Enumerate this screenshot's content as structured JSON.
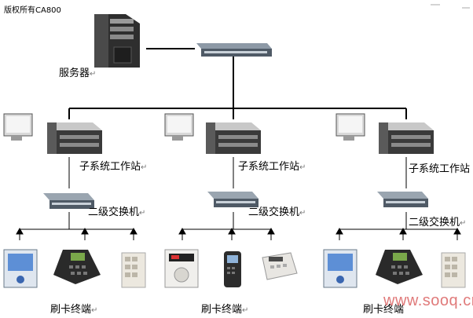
{
  "header": {
    "copyright": "版权所有CA800"
  },
  "top": {
    "server_label": "服务器",
    "paragraph_mark": "↵"
  },
  "stations": [
    {
      "workstation_label": "子系统工作站",
      "switch_label": "二级交换机",
      "terminal_label": "刷卡终端"
    },
    {
      "workstation_label": "子系统工作站",
      "switch_label": "二级交换机",
      "terminal_label": "刷卡终端"
    },
    {
      "workstation_label": "子系统工作站",
      "switch_label": "二级交换机",
      "terminal_label": "刷卡终端"
    }
  ],
  "watermark": {
    "text": "www.sooq.cn"
  },
  "colors": {
    "line": "#000000",
    "watermark": "#e07a7a",
    "switch": "#6f7a85",
    "device": "#3a3a3a"
  }
}
